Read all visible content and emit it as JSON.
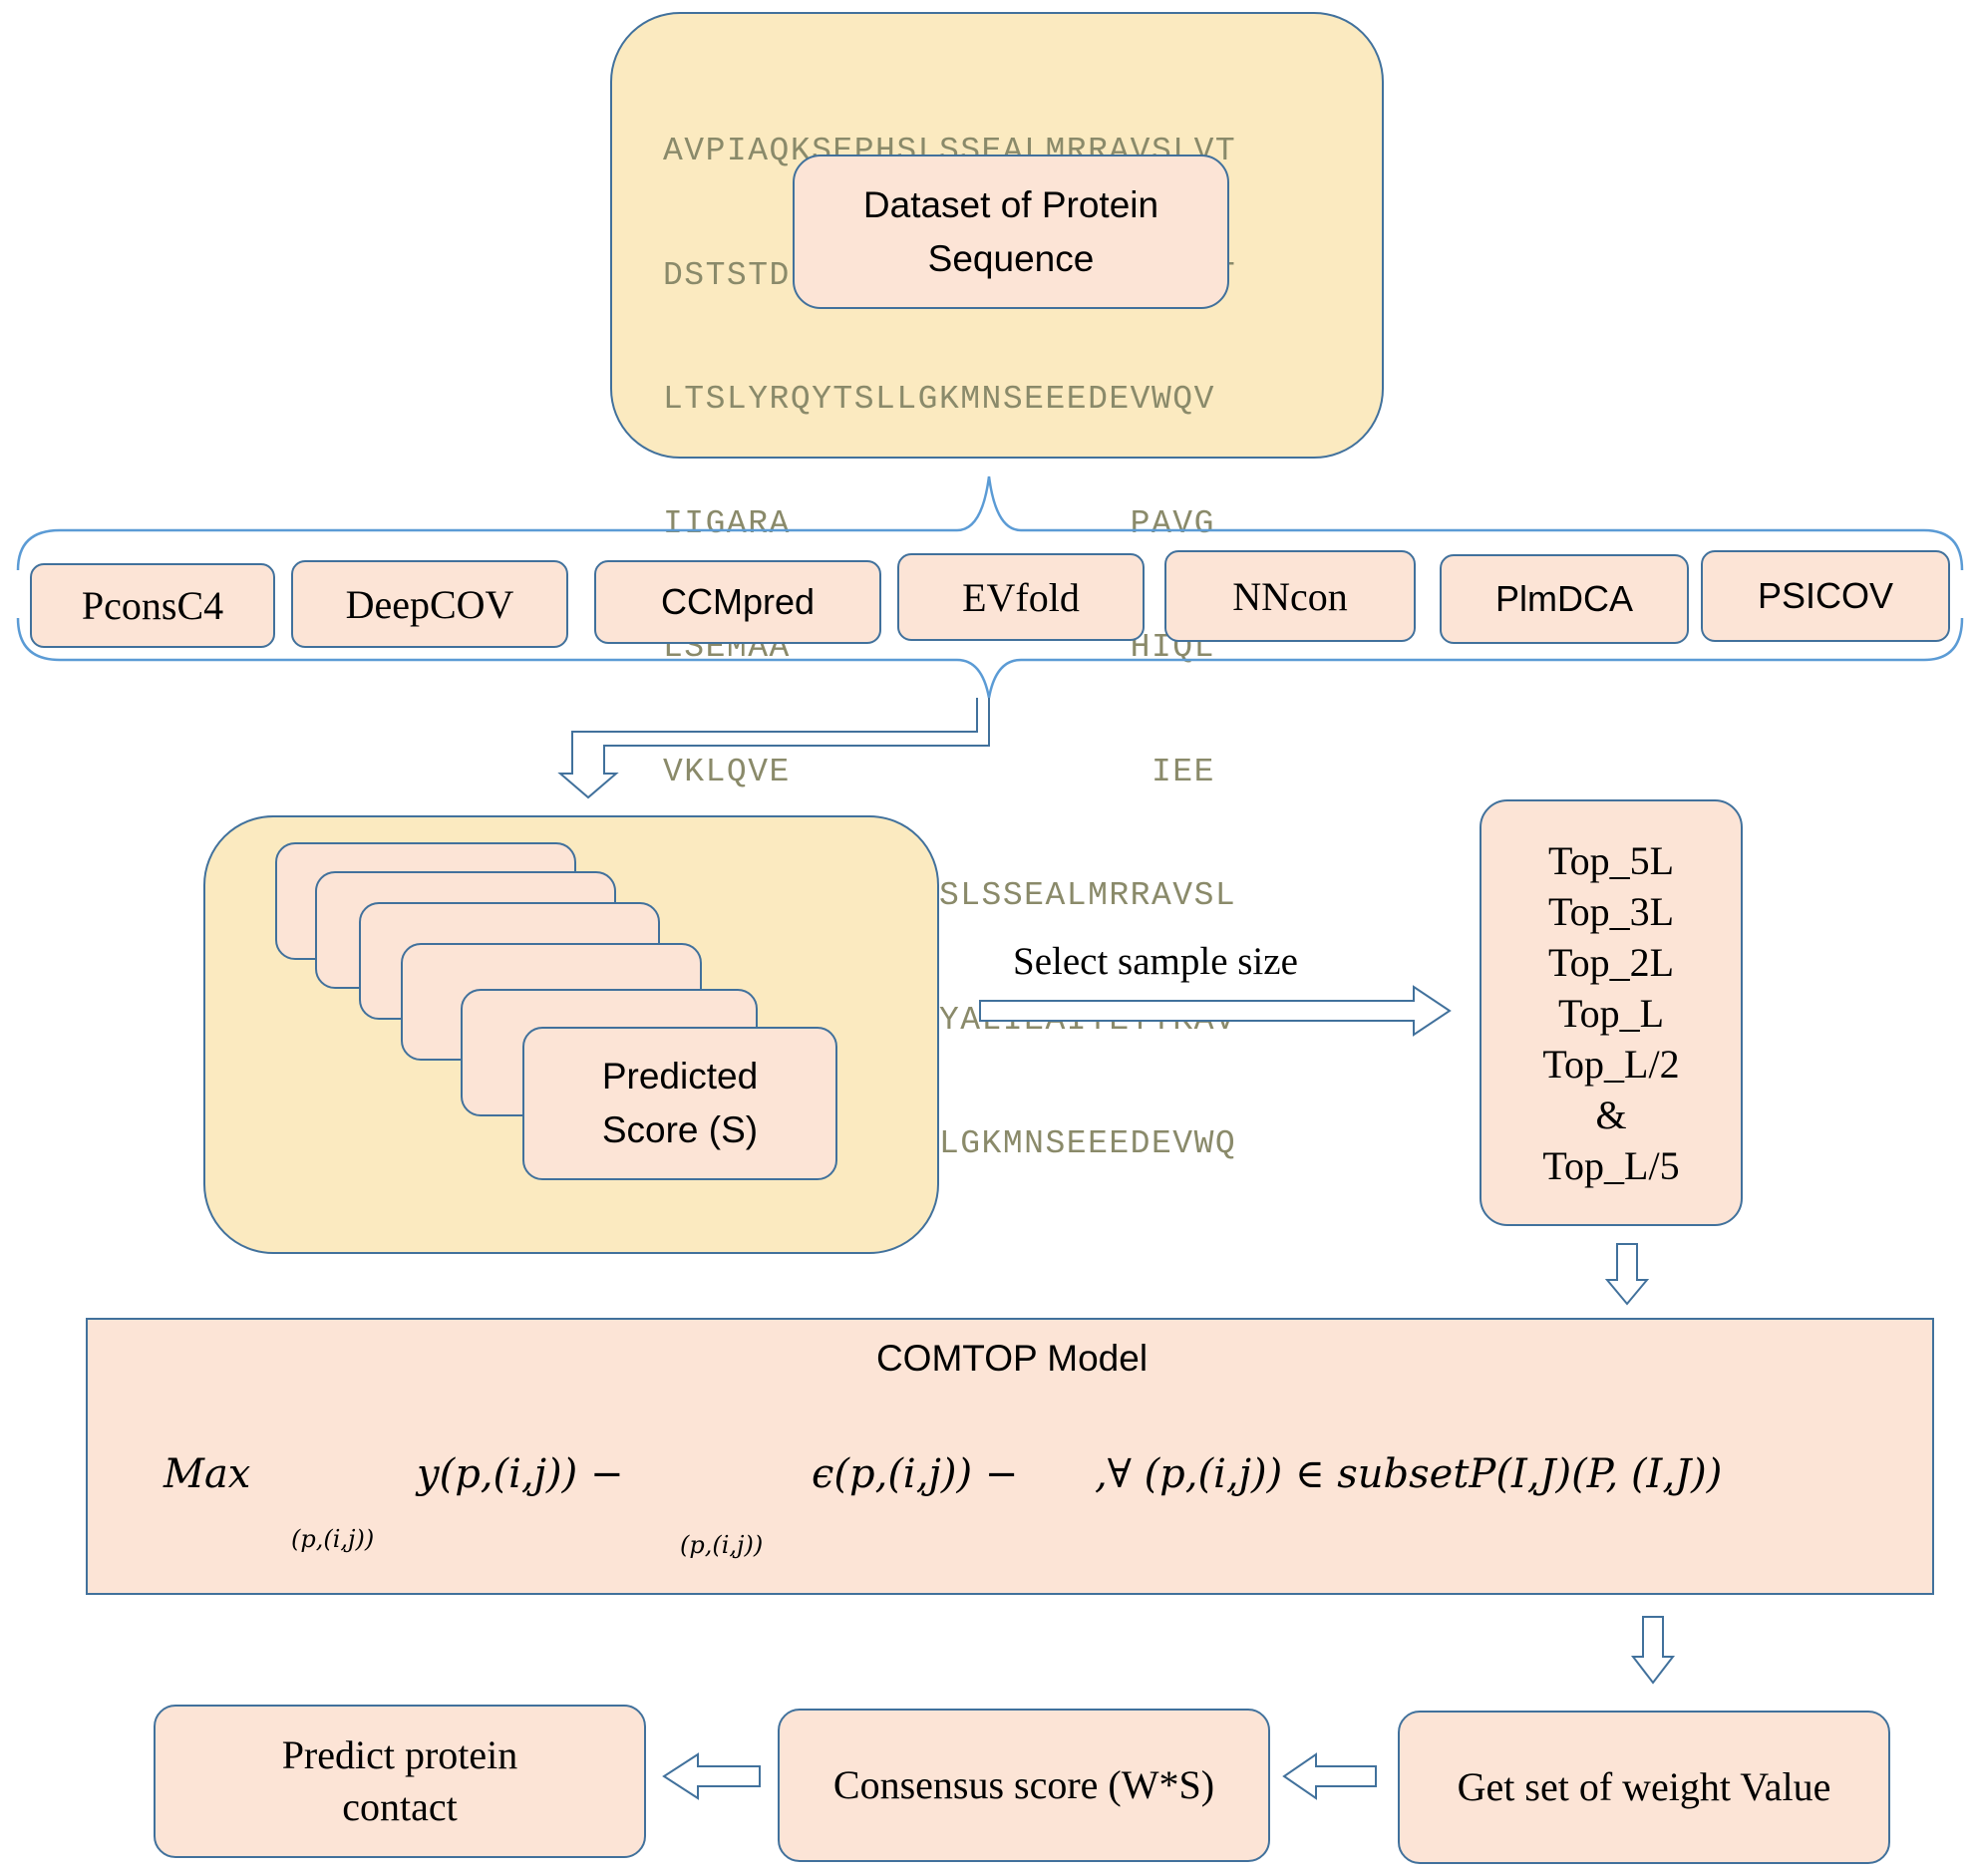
{
  "dataset": {
    "sequence_lines": [
      "AVPIAQKSEPHSLSSEALMRRAVSLVT",
      "DSTSTDLSQTTYALIEAITEYTKAVYT",
      "LTSLYRQYTSLLGKMNSEEEDEVWQV",
      "IIGARA                PAVG",
      "LSEMAA                HIQL",
      "VKLQVE                 IEE",
      "LRAVPIAQKSEPHSLSSEALMRRAVSL",
      "VTDSTSTDLSQTTYALIEAITEYTKAV",
      "YTLTSLYRQYTSLLGKMNSEEEDEVWQ"
    ],
    "label": "Dataset of Protein Sequence"
  },
  "tools": [
    "PconsC4",
    "DeepCOV",
    "CCMpred",
    "EVfold",
    "NNcon",
    "PlmDCA",
    "PSICOV"
  ],
  "predicted_score": "Predicted Score (S)",
  "select_label": "Select sample size",
  "sample_sizes": [
    "Top_5L",
    "Top_3L",
    "Top_2L",
    "Top_L",
    "Top_L/2",
    "&",
    "Top_L/5"
  ],
  "model": {
    "title": "COMTOP Model",
    "formula": {
      "max": "Max",
      "term1": "y(p,(i,j)) −",
      "sub1": "(p,(i,j))",
      "term2": "ϵ(p,(i,j)) −",
      "sub2": "(p,(i,j))",
      "tail": ",∀ (p,(i,j)) ∈ subsetP(I,J)(P, (I,J))"
    }
  },
  "weight": "Get set of weight Value",
  "consensus": "Consensus score (W*S)",
  "predict": "Predict protein contact",
  "colors": {
    "box_fill": "#fce4d6",
    "cream_fill": "#fbeac0",
    "border": "#41719c"
  }
}
